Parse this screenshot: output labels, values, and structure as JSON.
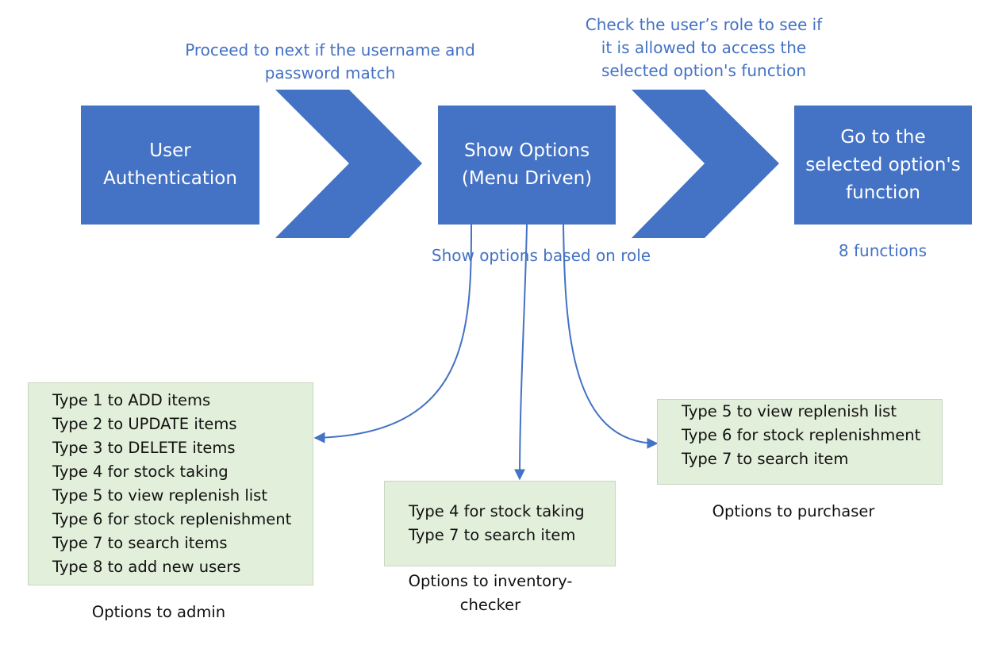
{
  "colors": {
    "accent": "#4472C4",
    "option_bg": "#E2EFDA",
    "text": "#111111"
  },
  "annotations": {
    "proceed": [
      "Proceed to next if the username and",
      "password match"
    ],
    "check_role": [
      "Check the user’s role to see if",
      "it is allowed to access the",
      "selected option's function"
    ],
    "show_by_role": "Show options based on role",
    "functions_count": "8 functions"
  },
  "steps": {
    "auth": "User\nAuthentication",
    "options": "Show Options\n(Menu Driven)",
    "goto": "Go to the\nselected option's\nfunction"
  },
  "admin": {
    "items": [
      "Type 1 to ADD items",
      "Type 2 to UPDATE items",
      "Type 3 to DELETE items",
      "Type 4 for stock taking",
      "Type 5 to view replenish list",
      "Type 6 for stock replenishment",
      "Type 7 to search items",
      "Type 8 to add new users"
    ],
    "caption": "Options to admin"
  },
  "inventory_checker": {
    "items": [
      "Type 4 for stock taking",
      "Type 7 to search item"
    ],
    "caption": [
      "Options to inventory-",
      "checker"
    ]
  },
  "purchaser": {
    "items": [
      "Type 5 to view replenish list",
      "Type 6 for stock replenishment",
      "Type 7 to search item"
    ],
    "caption": "Options to purchaser"
  }
}
